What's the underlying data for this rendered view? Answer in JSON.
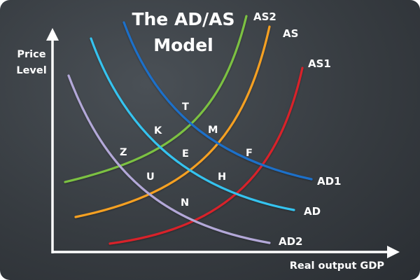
{
  "chart_data": {
    "type": "diagram",
    "title": [
      "The AD/AS",
      "Model"
    ],
    "ylabel": [
      "Price",
      "Level"
    ],
    "xlabel": "Real output GDP",
    "curves": [
      {
        "name": "AS2",
        "kind": "supply",
        "color": "#7cc142"
      },
      {
        "name": "AS",
        "kind": "supply",
        "color": "#f5a023"
      },
      {
        "name": "AS1",
        "kind": "supply",
        "color": "#d8222a"
      },
      {
        "name": "AD1",
        "kind": "demand",
        "color": "#1f6fc9"
      },
      {
        "name": "AD",
        "kind": "demand",
        "color": "#35c3ef"
      },
      {
        "name": "AD2",
        "kind": "demand",
        "color": "#b3a8d8"
      }
    ],
    "points": [
      {
        "name": "T",
        "on": [
          "AS2",
          "AD1"
        ]
      },
      {
        "name": "K",
        "on": [
          "AS2",
          "AD"
        ]
      },
      {
        "name": "Z",
        "on": [
          "AS2",
          "AD2"
        ]
      },
      {
        "name": "M",
        "on": [
          "AS",
          "AD1"
        ]
      },
      {
        "name": "E",
        "on": [
          "AS",
          "AD"
        ]
      },
      {
        "name": "U",
        "on": [
          "AS",
          "AD2"
        ]
      },
      {
        "name": "F",
        "on": [
          "AS1",
          "AD1"
        ]
      },
      {
        "name": "H",
        "on": [
          "AS1",
          "AD"
        ]
      },
      {
        "name": "N",
        "on": [
          "AS1",
          "AD2"
        ]
      }
    ]
  }
}
